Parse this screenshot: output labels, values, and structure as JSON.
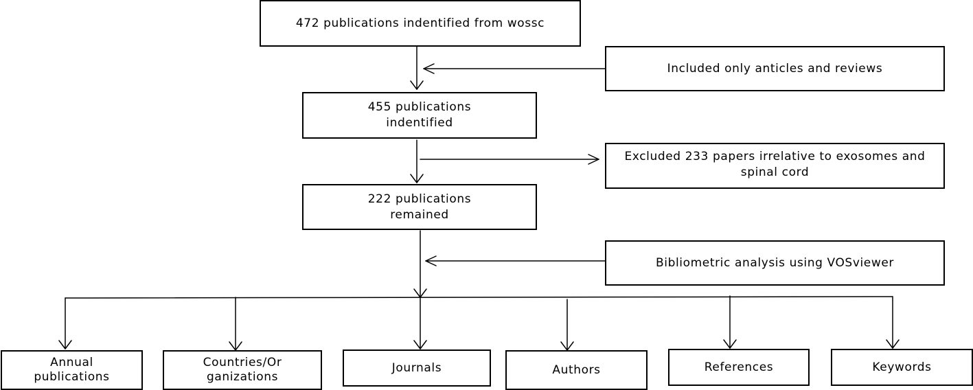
{
  "boxes": {
    "identified_wossc": "472 publications indentified from wossc",
    "included_filter": "Included only anticles and reviews",
    "identified_455": "455 publications indentified",
    "excluded_filter": "Excluded 233 papers irrelative to exosomes and spinal cord",
    "remained_222": "222 publications remained",
    "bibliometric_analysis": "Bibliometric analysis using VOSviewer"
  },
  "outputs": {
    "annual": "Annual publications",
    "countries": "Countries/Organizations",
    "countries_line1": "Countries/Or",
    "countries_line2": "ganizations",
    "journals": "Journals",
    "authors": "Authors",
    "references": "References",
    "keywords": "Keywords"
  }
}
